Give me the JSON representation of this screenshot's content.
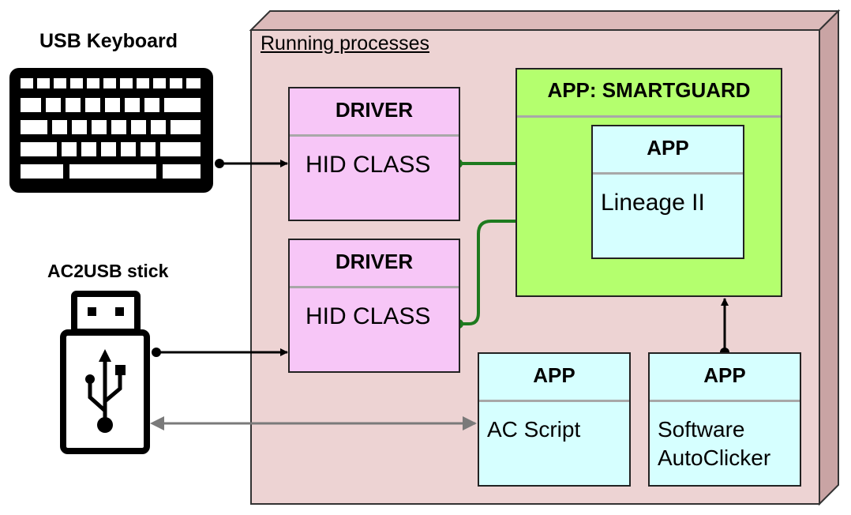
{
  "device_labels": {
    "keyboard": "USB Keyboard",
    "stick": "AC2USB stick"
  },
  "container": {
    "title": "Running processes"
  },
  "driver_1": {
    "header": "DRIVER",
    "body": "HID CLASS"
  },
  "driver_2": {
    "header": "DRIVER",
    "body": "HID CLASS"
  },
  "smartguard": {
    "header": "APP: SMARTGUARD"
  },
  "lineage": {
    "header": "APP",
    "body": "Lineage II"
  },
  "ac_script": {
    "header": "APP",
    "body": "AC Script"
  },
  "autoclicker": {
    "header": "APP",
    "body_line1": "Software",
    "body_line2": "AutoClicker"
  },
  "colors": {
    "container_fill": "#edd3d3",
    "driver_fill": "#f7c6f7",
    "app_fill": "#d6ffff",
    "smartguard_fill": "#b4ff6e",
    "allowed_arrow": "#1e7a1e",
    "blocked_mark": "#e01010",
    "bidirectional_arrow": "#7a7a7a"
  },
  "icons": [
    "keyboard-icon",
    "usb-stick-icon",
    "check-icon",
    "cross-icon"
  ]
}
